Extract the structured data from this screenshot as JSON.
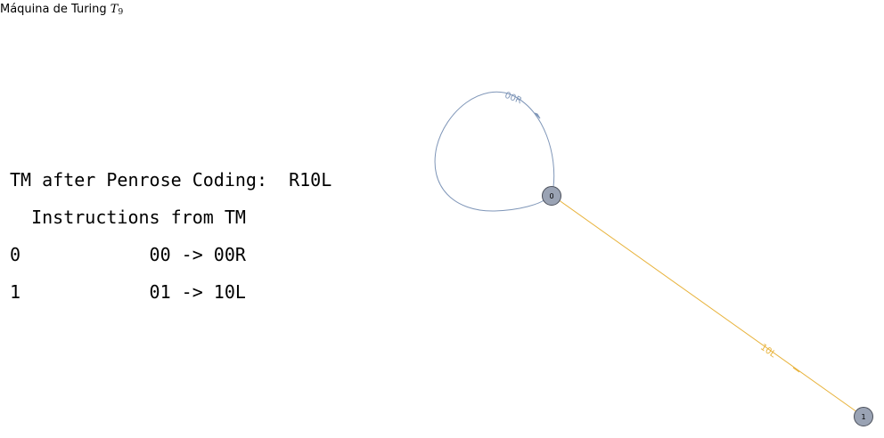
{
  "title": {
    "prefix": "Máquina de Turing ",
    "symbol": "T",
    "subscript": "9"
  },
  "panel": {
    "heading": "TM after Penrose Coding:  R10L",
    "subheading": "  Instructions from TM",
    "rows": [
      "0            00 -> 00R",
      "1            01 -> 10L"
    ]
  },
  "graph": {
    "nodes": [
      {
        "id": "0",
        "label": "0"
      },
      {
        "id": "1",
        "label": "1"
      }
    ],
    "edges": [
      {
        "from": "0",
        "to": "0",
        "label": "00R",
        "color": "#7f96b8"
      },
      {
        "from": "0",
        "to": "1",
        "label": "10L",
        "color": "#e8b33c"
      }
    ],
    "node_fill": "#9aa3b4",
    "node_stroke": "#4a4f5a"
  }
}
